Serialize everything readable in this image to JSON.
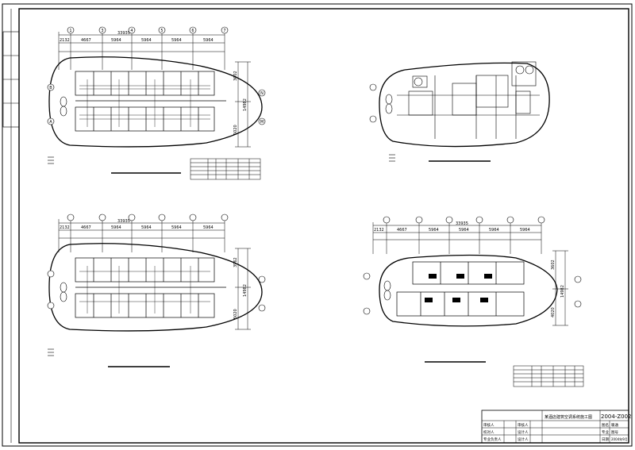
{
  "drawing": {
    "dims_top": [
      "2132",
      "4667",
      "5964",
      "5964",
      "5964",
      "5964"
    ],
    "dims_overall": "33935",
    "dims_overall_lower": "33935",
    "dims_right_a": [
      "3602",
      "5020"
    ],
    "dims_right_total": "14982",
    "dims_right_b": [
      "3962",
      "5020"
    ],
    "dims_right_d": [
      "3602",
      "4020"
    ],
    "axis_cols": [
      "1",
      "3",
      "4",
      "5",
      "6",
      "7"
    ],
    "axis_rows": [
      "N",
      "M"
    ],
    "axis_rows_left": [
      "B",
      "A"
    ]
  },
  "title_block": {
    "project_title": "某酒店建筑空调系统施工图",
    "drawing_no": "2004-Z002",
    "labels": [
      "审核人",
      "校对人",
      "设计人",
      "专业负责人"
    ],
    "right_labels": [
      "图名",
      "专业",
      "日期"
    ],
    "right_values": [
      "暖通",
      "图号",
      "2004年9月"
    ]
  }
}
